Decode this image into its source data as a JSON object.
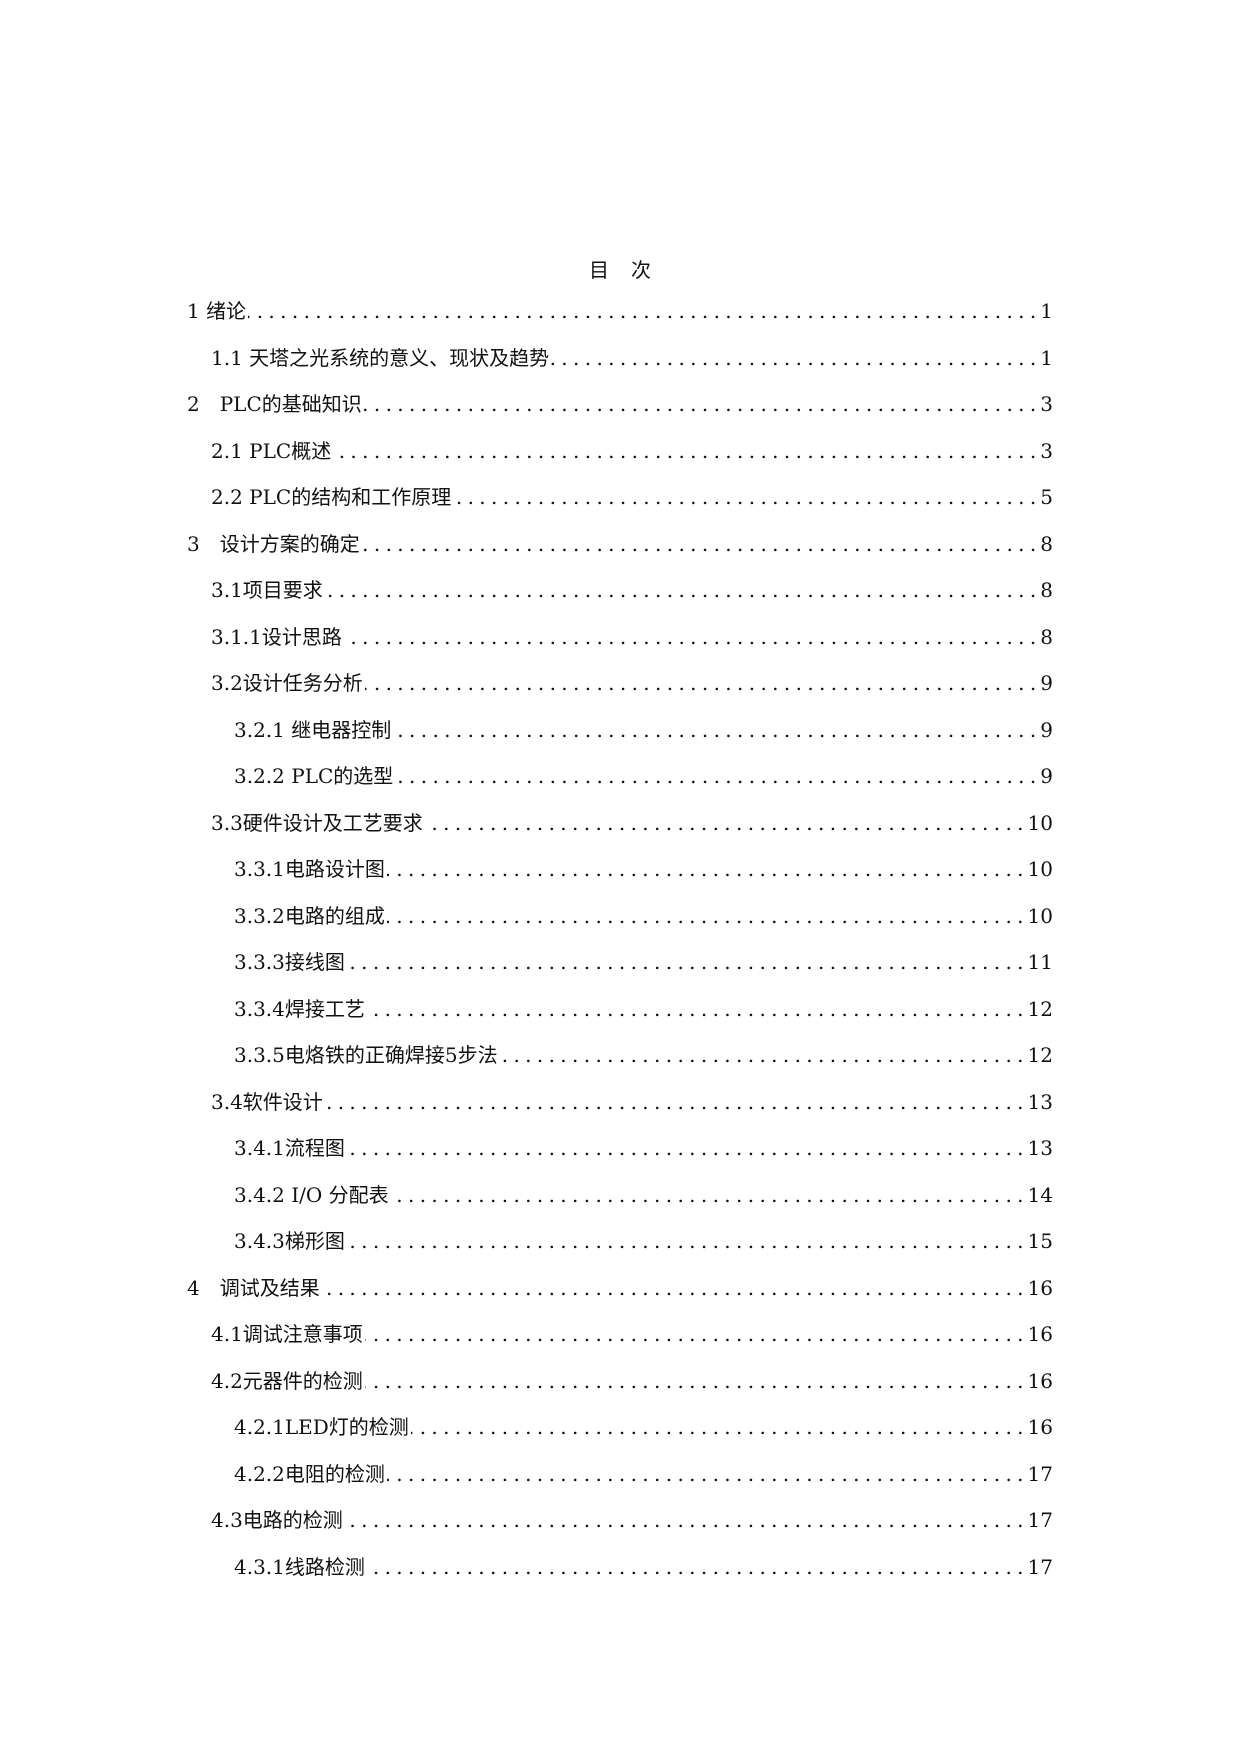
{
  "document": {
    "title": "目次",
    "toc": [
      {
        "label": "1 绪论",
        "page": "1",
        "level": 1
      },
      {
        "label": "1.1 天塔之光系统的意义、现状及趋势",
        "page": "1",
        "level": 2
      },
      {
        "label": "2　PLC的基础知识",
        "page": "3",
        "level": 1
      },
      {
        "label": "2.1 PLC概述",
        "page": "3",
        "level": 2
      },
      {
        "label": "2.2 PLC的结构和工作原理",
        "page": "5",
        "level": 2
      },
      {
        "label": "3　设计方案的确定",
        "page": "8",
        "level": 1
      },
      {
        "label": "3.1项目要求",
        "page": "8",
        "level": 2
      },
      {
        "label": "3.1.1设计思路",
        "page": "8",
        "level": 2
      },
      {
        "label": "3.2设计任务分析",
        "page": "9",
        "level": 2
      },
      {
        "label": "3.2.1 继电器控制",
        "page": "9",
        "level": 3
      },
      {
        "label": "3.2.2 PLC的选型",
        "page": "9",
        "level": 3
      },
      {
        "label": "3.3硬件设计及工艺要求",
        "page": "10",
        "level": 2
      },
      {
        "label": "3.3.1电路设计图",
        "page": "10",
        "level": 3
      },
      {
        "label": "3.3.2电路的组成",
        "page": "10",
        "level": 3
      },
      {
        "label": "3.3.3接线图",
        "page": "11",
        "level": 3
      },
      {
        "label": "3.3.4焊接工艺",
        "page": "12",
        "level": 3
      },
      {
        "label": "3.3.5电烙铁的正确焊接5步法",
        "page": "12",
        "level": 3
      },
      {
        "label": "3.4软件设计",
        "page": "13",
        "level": 2
      },
      {
        "label": "3.4.1流程图",
        "page": "13",
        "level": 3
      },
      {
        "label": "3.4.2 I/O 分配表",
        "page": "14",
        "level": 3
      },
      {
        "label": "3.4.3梯形图",
        "page": "15",
        "level": 3
      },
      {
        "label": "4　调试及结果",
        "page": "16",
        "level": 1
      },
      {
        "label": "4.1调试注意事项",
        "page": "16",
        "level": 2
      },
      {
        "label": "4.2元器件的检测",
        "page": "16",
        "level": 2
      },
      {
        "label": "4.2.1LED灯的检测",
        "page": "16",
        "level": 3
      },
      {
        "label": "4.2.2电阻的检测",
        "page": "17",
        "level": 3
      },
      {
        "label": "4.3电路的检测",
        "page": "17",
        "level": 2
      },
      {
        "label": "4.3.1线路检测",
        "page": "17",
        "level": 3
      }
    ]
  }
}
